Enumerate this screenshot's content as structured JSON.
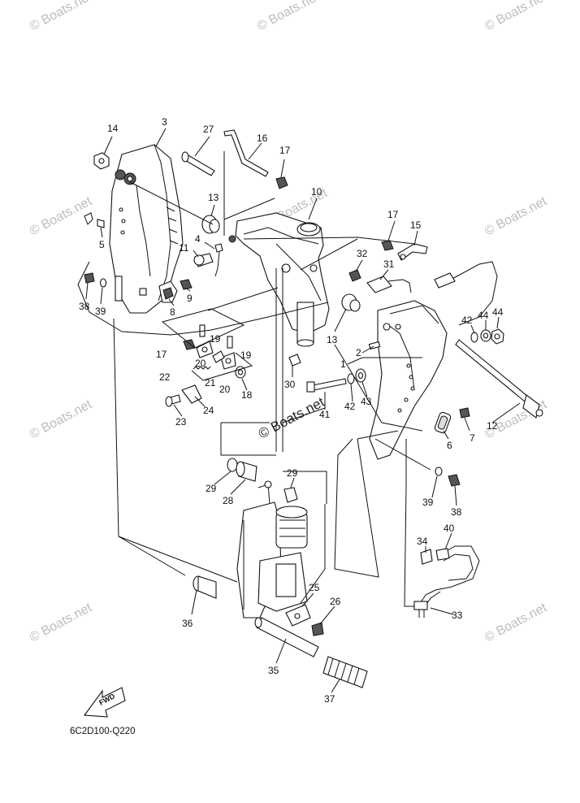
{
  "diagram": {
    "drawing_code": "6C2D100-Q220",
    "fwd_label": "FWD",
    "watermark": "© Boats.net",
    "callouts": [
      {
        "id": "c14",
        "text": "14"
      },
      {
        "id": "c3",
        "text": "3"
      },
      {
        "id": "c27",
        "text": "27"
      },
      {
        "id": "c16",
        "text": "16"
      },
      {
        "id": "c17a",
        "text": "17"
      },
      {
        "id": "c10",
        "text": "10"
      },
      {
        "id": "c13a",
        "text": "13"
      },
      {
        "id": "c5",
        "text": "5"
      },
      {
        "id": "c4",
        "text": "4"
      },
      {
        "id": "c11",
        "text": "11"
      },
      {
        "id": "c17b",
        "text": "17"
      },
      {
        "id": "c15",
        "text": "15"
      },
      {
        "id": "c32",
        "text": "32"
      },
      {
        "id": "c31",
        "text": "31"
      },
      {
        "id": "c38a",
        "text": "38"
      },
      {
        "id": "c39a",
        "text": "39"
      },
      {
        "id": "c8",
        "text": "8"
      },
      {
        "id": "c9",
        "text": "9"
      },
      {
        "id": "c13b",
        "text": "13"
      },
      {
        "id": "c42a",
        "text": "42"
      },
      {
        "id": "c44a",
        "text": "44"
      },
      {
        "id": "c44b",
        "text": "44"
      },
      {
        "id": "c17c",
        "text": "17"
      },
      {
        "id": "c19a",
        "text": "19"
      },
      {
        "id": "c19b",
        "text": "19"
      },
      {
        "id": "c20a",
        "text": "20"
      },
      {
        "id": "c2",
        "text": "2"
      },
      {
        "id": "c1",
        "text": "1"
      },
      {
        "id": "c22",
        "text": "22"
      },
      {
        "id": "c21",
        "text": "21"
      },
      {
        "id": "c20b",
        "text": "20"
      },
      {
        "id": "c18",
        "text": "18"
      },
      {
        "id": "c30",
        "text": "30"
      },
      {
        "id": "c42b",
        "text": "42"
      },
      {
        "id": "c43",
        "text": "43"
      },
      {
        "id": "c41",
        "text": "41"
      },
      {
        "id": "c24",
        "text": "24"
      },
      {
        "id": "c23",
        "text": "23"
      },
      {
        "id": "c12",
        "text": "12"
      },
      {
        "id": "c6",
        "text": "6"
      },
      {
        "id": "c7",
        "text": "7"
      },
      {
        "id": "c29a",
        "text": "29"
      },
      {
        "id": "c29b",
        "text": "29"
      },
      {
        "id": "c28",
        "text": "28"
      },
      {
        "id": "c39b",
        "text": "39"
      },
      {
        "id": "c38b",
        "text": "38"
      },
      {
        "id": "c40",
        "text": "40"
      },
      {
        "id": "c34",
        "text": "34"
      },
      {
        "id": "c36",
        "text": "36"
      },
      {
        "id": "c25",
        "text": "25"
      },
      {
        "id": "c26",
        "text": "26"
      },
      {
        "id": "c33",
        "text": "33"
      },
      {
        "id": "c35",
        "text": "35"
      },
      {
        "id": "c37",
        "text": "37"
      }
    ]
  }
}
